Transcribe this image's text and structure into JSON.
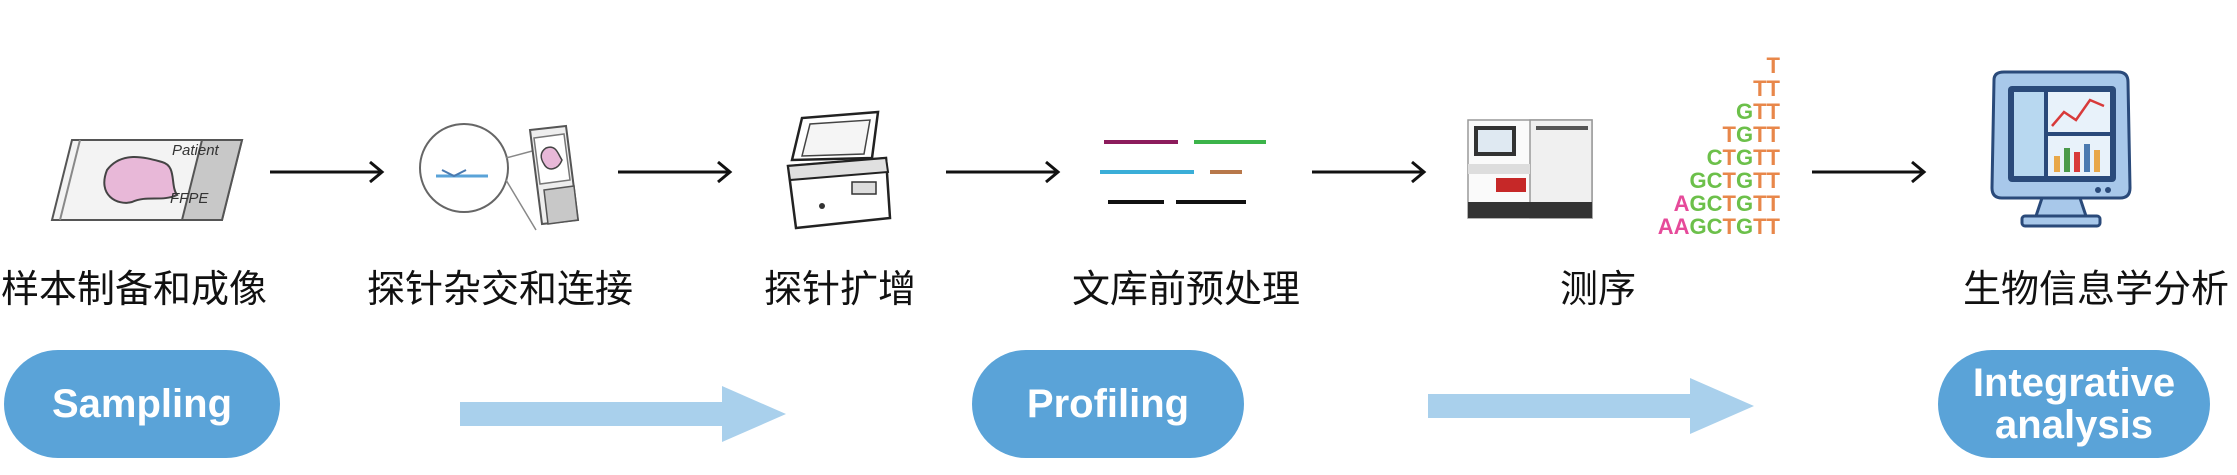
{
  "steps": [
    {
      "label": "样本制备和成像"
    },
    {
      "label": "探针杂交和连接"
    },
    {
      "label": "探针扩增"
    },
    {
      "label": "文库前预处理"
    },
    {
      "label": "测序"
    },
    {
      "label": "生物信息学分析"
    }
  ],
  "slide": {
    "text1": "Patient",
    "text2": "FFPE"
  },
  "phases": {
    "sampling": "Sampling",
    "profiling": "Profiling",
    "integrative_line1": "Integrative",
    "integrative_line2": "analysis"
  },
  "sequence": {
    "rows": [
      [
        "",
        "",
        "",
        "",
        "",
        "T"
      ],
      [
        "",
        "",
        "",
        "",
        "T",
        "T"
      ],
      [
        "",
        "",
        "",
        "G",
        "T",
        "T"
      ],
      [
        "",
        "",
        "T",
        "G",
        "T",
        "T"
      ],
      [
        "",
        "C",
        "T",
        "G",
        "T",
        "T"
      ],
      [
        "",
        "G",
        "C",
        "T",
        "G",
        "T",
        "T"
      ],
      [
        "A",
        "G",
        "C",
        "T",
        "G",
        "T",
        "T"
      ],
      [
        "A",
        "A",
        "G",
        "C",
        "T",
        "G",
        "T",
        "T"
      ]
    ]
  },
  "colors": {
    "pill": "#5aa3d8",
    "flow_arrow": "#a9d0ec",
    "base_A": "#e64a9a",
    "base_G": "#6cc04a",
    "base_C": "#6cc04a",
    "base_T": "#e8874a"
  }
}
